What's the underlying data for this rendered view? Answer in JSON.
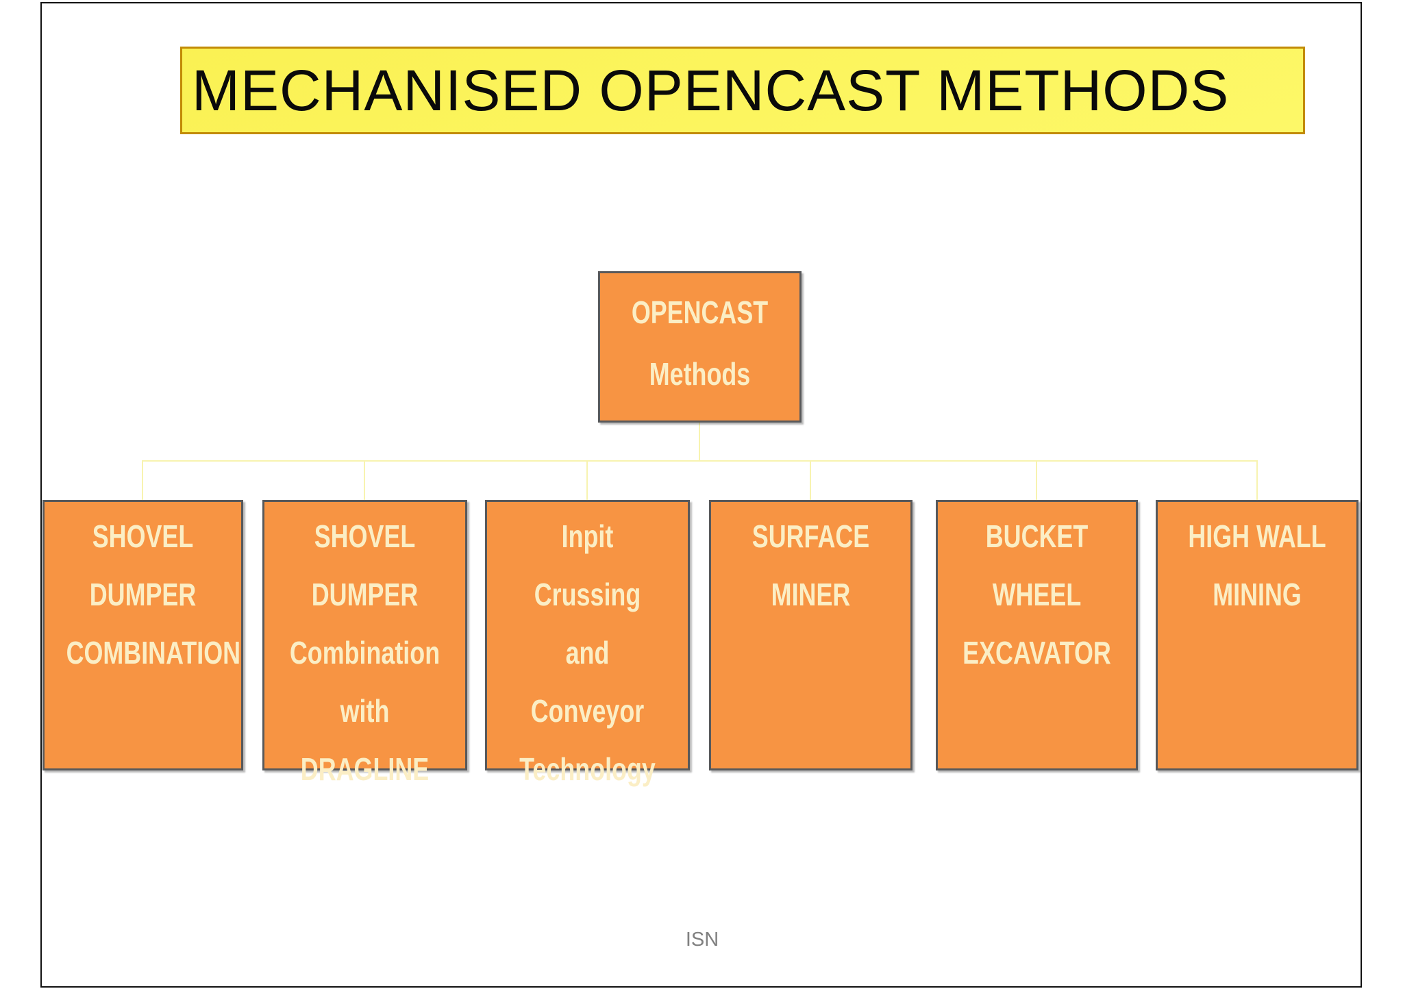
{
  "title": {
    "text": "MECHANISED OPENCAST METHODS",
    "fill_color": "#FCF55F",
    "border_color": "#C28B06",
    "text_color": "#0a0a0a"
  },
  "diagram": {
    "root": {
      "lines": [
        "OPENCAST",
        "Methods"
      ]
    },
    "children": [
      {
        "lines": [
          "SHOVEL DUMPER",
          "COMBINATION"
        ]
      },
      {
        "lines": [
          "SHOVEL DUMPER",
          "Combination",
          "with",
          "DRAGLINE"
        ]
      },
      {
        "lines": [
          "Inpit Crussing",
          "and",
          "Conveyor",
          "Technology"
        ]
      },
      {
        "lines": [
          "SURFACE",
          "MINER"
        ]
      },
      {
        "lines": [
          "BUCKET WHEEL",
          "EXCAVATOR"
        ]
      },
      {
        "lines": [
          "HIGH WALL",
          "MINING"
        ]
      }
    ],
    "node_fill_color": "#F79443",
    "node_border_color": "#58595B",
    "node_text_color": "#FBEEC5",
    "connector_color": "#F8F3B0",
    "page_border_color": "#111111"
  },
  "footer": {
    "text": "ISN",
    "color": "#808080"
  }
}
